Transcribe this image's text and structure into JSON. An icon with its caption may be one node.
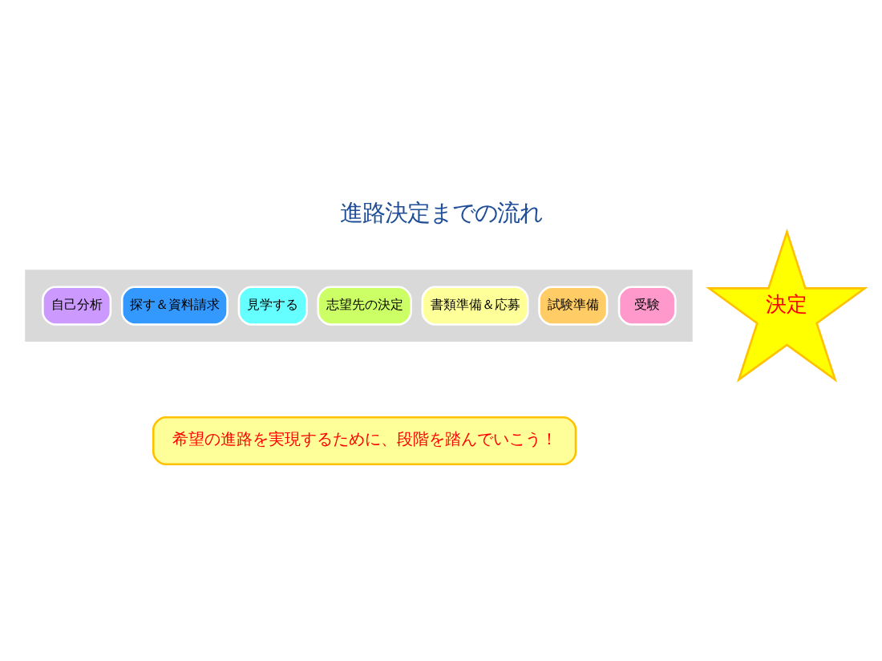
{
  "diagram": {
    "title": "進路決定までの流れ",
    "nodes": [
      {
        "text": [],
        "shape": "arrow"
      },
      {
        "text": [
          "自己分析"
        ],
        "in": 0
      },
      {
        "text": [
          "探す＆資料請求"
        ],
        "in": 0
      },
      {
        "text": [
          "見学する"
        ],
        "in": 0
      },
      {
        "text": [
          "志望先の決定"
        ],
        "in": 0
      },
      {
        "text": [
          "書類準備＆応募"
        ],
        "in": 0
      },
      {
        "text": [
          "試験準備"
        ],
        "in": 0
      },
      {
        "text": [
          "受験"
        ],
        "in": 0
      },
      {
        "text": [
          "決定"
        ]
      },
      {
        "text": [
          "希望の進路を実現するために、段階を踏んでいこう！"
        ]
      }
    ]
  }
}
